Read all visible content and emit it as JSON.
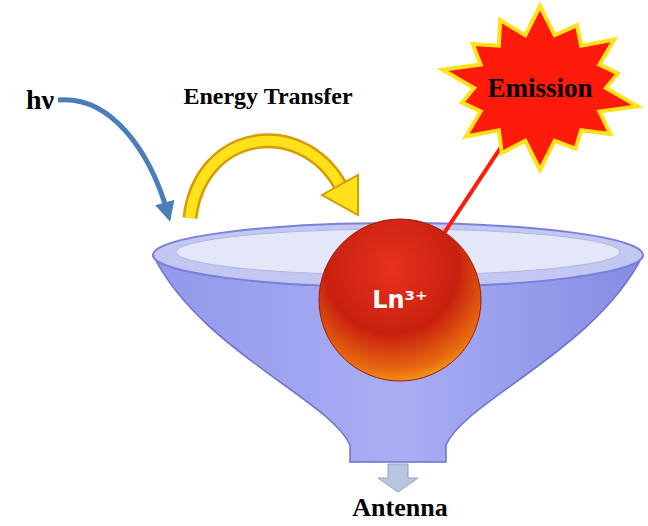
{
  "diagram": {
    "nodes": [
      {
        "text": [
          "Ln³⁺"
        ]
      },
      {
        "text": [
          "Emission"
        ]
      }
    ],
    "edges": [
      {
        "from": 0,
        "to": 1,
        "arrow": "none"
      }
    ],
    "labels": [
      "hν",
      "Energy Transfer",
      "Antenna"
    ]
  }
}
